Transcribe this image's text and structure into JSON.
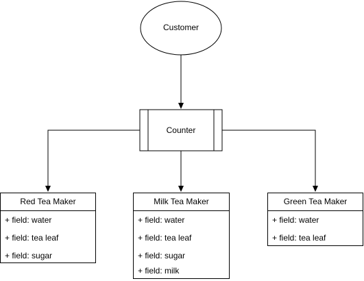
{
  "customer": {
    "label": "Customer"
  },
  "counter": {
    "label": "Counter"
  },
  "classes": {
    "red": {
      "title": "Red Tea Maker",
      "fields": [
        "+ field: water",
        "+ field: tea leaf",
        "+ field: sugar"
      ]
    },
    "milk": {
      "title": "Milk Tea Maker",
      "fields": [
        "+ field: water",
        "+ field: tea leaf",
        "+ field: sugar",
        "+ field: milk"
      ]
    },
    "green": {
      "title": "Green Tea Maker",
      "fields": [
        "+ field: water",
        "+ field: tea leaf"
      ]
    }
  }
}
